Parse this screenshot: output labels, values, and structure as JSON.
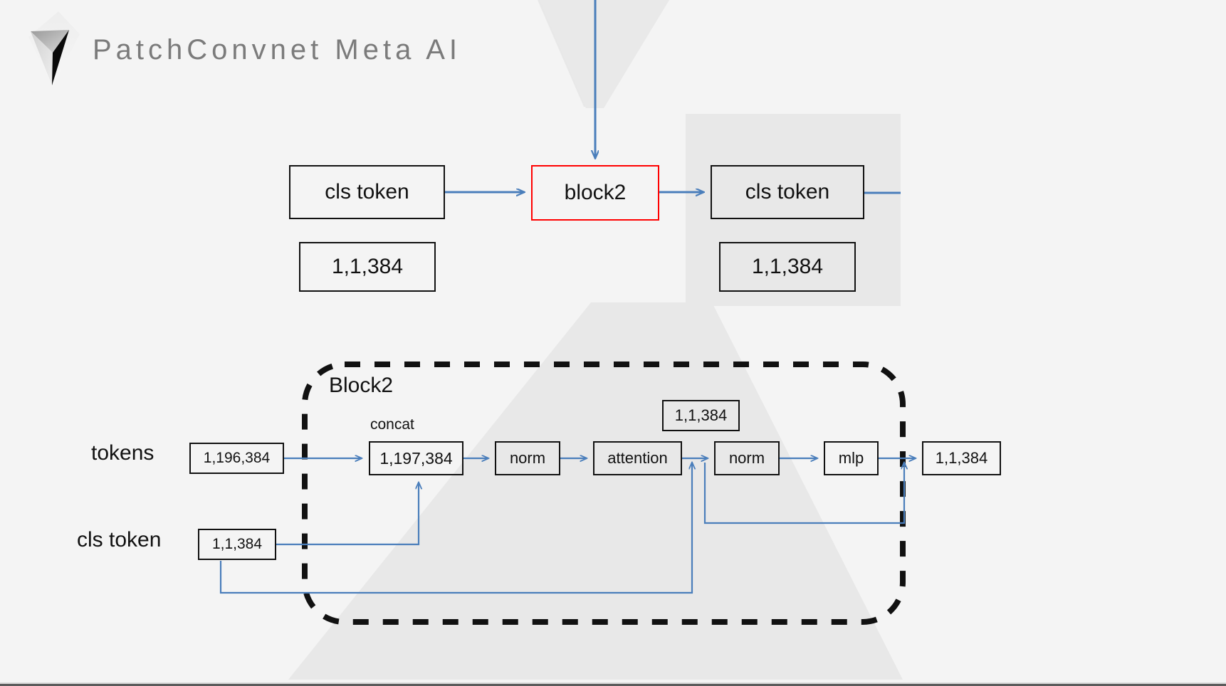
{
  "header": {
    "title": "PatchConvnet Meta AI",
    "logo_name": "meta-infinity-logo"
  },
  "colors": {
    "background": "#f4f4f4",
    "watermark": "#e8e8e8",
    "box_border": "#111111",
    "highlight_border": "#ff0000",
    "wire": "#4a7ebb",
    "title_text": "#7b7b7b"
  },
  "top_flow": {
    "input_box": {
      "label": "cls token"
    },
    "input_shape": {
      "label": "1,1,384"
    },
    "block": {
      "label": "block2"
    },
    "output_box": {
      "label": "cls token"
    },
    "output_shape": {
      "label": "1,1,384"
    }
  },
  "block_detail": {
    "frame_label": "Block2",
    "concat_caption": "concat",
    "row_labels": {
      "tokens": "tokens",
      "cls_token": "cls token"
    },
    "tokens_shape": {
      "label": "1,196,384"
    },
    "cls_shape": {
      "label": "1,1,384"
    },
    "concat_shape": {
      "label": "1,197,384"
    },
    "norm1": {
      "label": "norm"
    },
    "attention": {
      "label": "attention"
    },
    "attention_shape": {
      "label": "1,1,384"
    },
    "norm2": {
      "label": "norm"
    },
    "mlp": {
      "label": "mlp"
    },
    "output_shape": {
      "label": "1,1,384"
    }
  }
}
